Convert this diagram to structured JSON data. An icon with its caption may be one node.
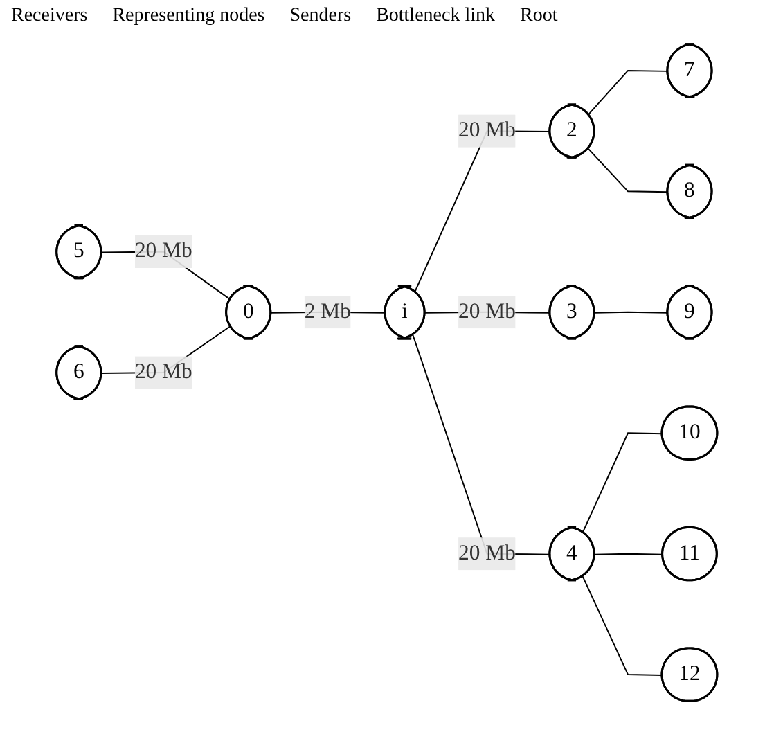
{
  "diagram": {
    "nodes": [
      {
        "text": [
          "0"
        ]
      },
      {
        "text": [
          "i"
        ]
      },
      {
        "text": [
          "2"
        ]
      },
      {
        "text": [
          "3"
        ]
      },
      {
        "text": [
          "4"
        ]
      },
      {
        "text": [
          "5"
        ]
      },
      {
        "text": [
          "6"
        ]
      },
      {
        "text": [
          "7"
        ]
      },
      {
        "text": [
          "8"
        ]
      },
      {
        "text": [
          "9"
        ]
      },
      {
        "text": [
          "10"
        ]
      },
      {
        "text": [
          "11"
        ]
      },
      {
        "text": [
          "12"
        ]
      }
    ],
    "edges": [
      {
        "from": 5,
        "to": 0,
        "arrow": "none",
        "label": "20 Mb"
      },
      {
        "from": 6,
        "to": 0,
        "arrow": "none",
        "label": "20 Mb"
      },
      {
        "from": 0,
        "to": 1,
        "arrow": "none",
        "label": "2 Mb"
      },
      {
        "from": 1,
        "to": 2,
        "arrow": "none",
        "label": "20 Mb"
      },
      {
        "from": 1,
        "to": 3,
        "arrow": "none",
        "label": "20 Mb"
      },
      {
        "from": 1,
        "to": 4,
        "arrow": "none",
        "label": "20 Mb"
      },
      {
        "from": 2,
        "to": 7,
        "arrow": "none"
      },
      {
        "from": 2,
        "to": 8,
        "arrow": "none"
      },
      {
        "from": 3,
        "to": 9,
        "arrow": "none"
      },
      {
        "from": 4,
        "to": 10,
        "arrow": "none"
      },
      {
        "from": 4,
        "to": 11,
        "arrow": "none"
      },
      {
        "from": 4,
        "to": 12,
        "arrow": "none"
      }
    ],
    "labels": [
      "Receivers",
      "Representing nodes",
      "Senders",
      "Bottleneck link",
      "Root"
    ]
  }
}
